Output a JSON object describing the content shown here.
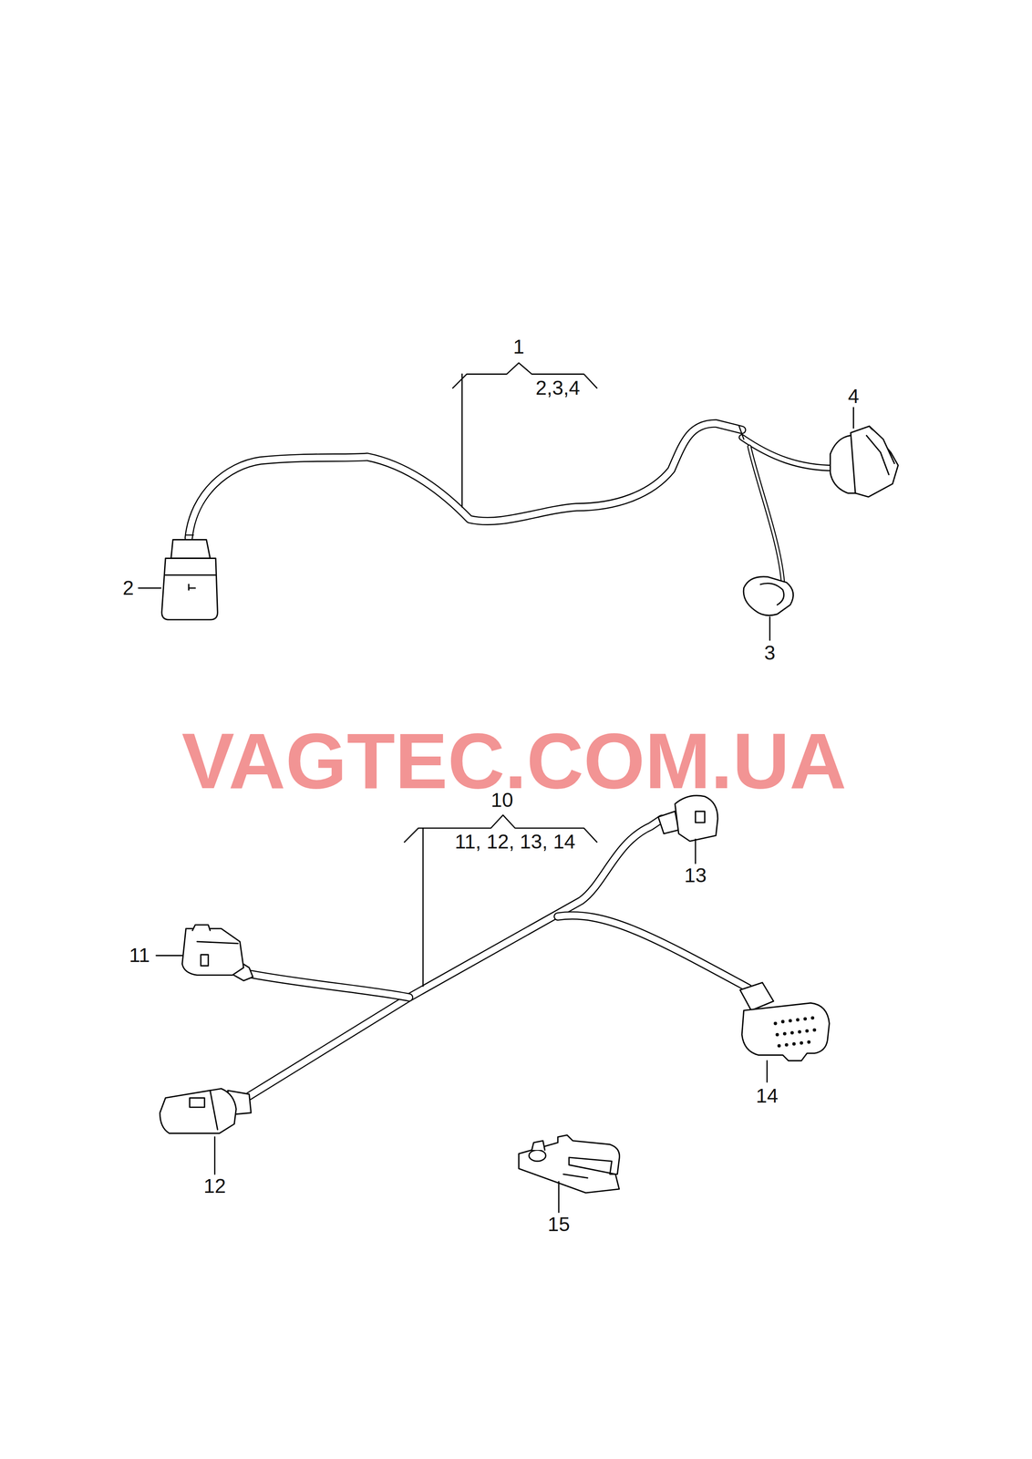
{
  "diagram": {
    "labels": [
      "1",
      "2,3,4",
      "2",
      "4",
      "3",
      "VAGTEC.COM.UA",
      "10",
      "11, 12, 13, 14",
      "13",
      "11",
      "14",
      "12",
      "15"
    ]
  }
}
